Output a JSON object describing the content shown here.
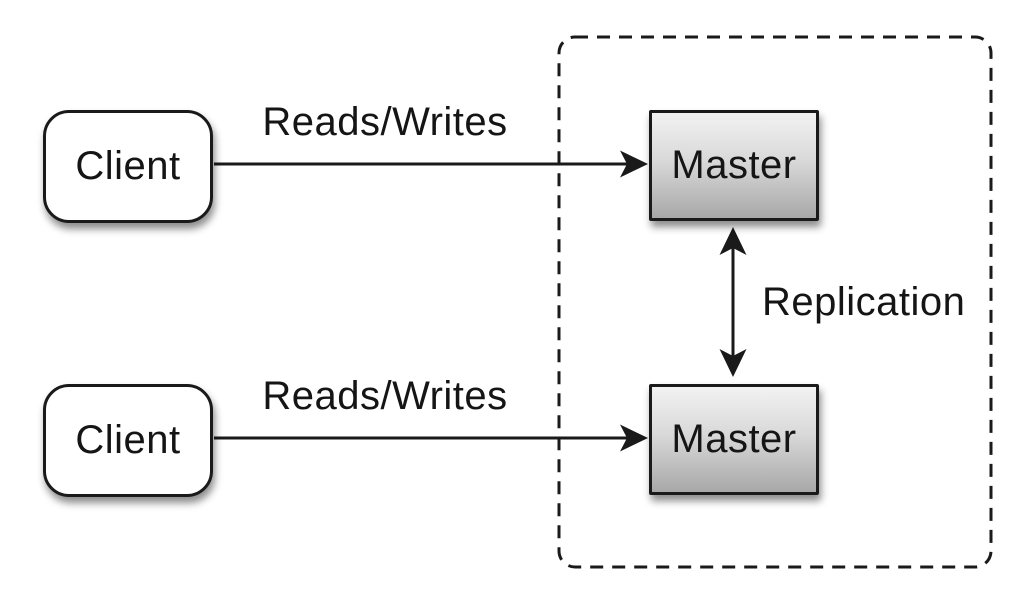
{
  "diagram": {
    "nodes": {
      "client_top": {
        "label": "Client"
      },
      "client_bottom": {
        "label": "Client"
      },
      "master_top": {
        "label": "Master"
      },
      "master_bottom": {
        "label": "Master"
      }
    },
    "edges": {
      "reads_writes_top": {
        "label": "Reads/Writes"
      },
      "reads_writes_bottom": {
        "label": "Reads/Writes"
      },
      "replication": {
        "label": "Replication"
      }
    },
    "colors": {
      "background": "#ffffff",
      "line": "#1a1a1a",
      "text": "#151515",
      "client_fill": "#ffffff",
      "master_fill_top": "#f2f2f2",
      "master_fill_bottom": "#a8a8a8"
    }
  }
}
